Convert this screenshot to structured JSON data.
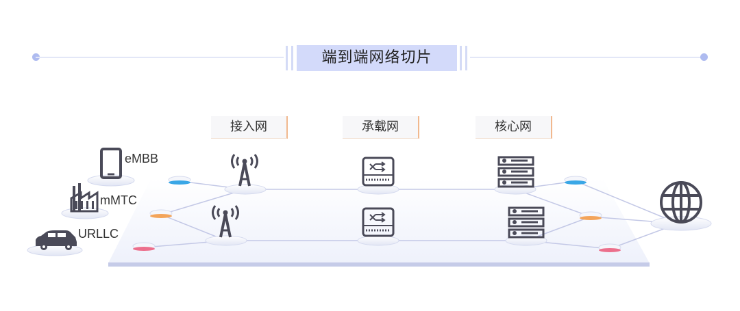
{
  "title": "端到端网络切片",
  "layers": {
    "access": "接入网",
    "transport": "承载网",
    "core": "核心网"
  },
  "devices": {
    "embb": "eMBB",
    "mmtc": "mMTC",
    "urllc": "URLLC"
  },
  "colors": {
    "embb": "#3aa7e6",
    "mmtc": "#f3a45a",
    "urllc": "#ec6f8c",
    "icon": "#4a4a58",
    "accent": "#d3dafa"
  }
}
